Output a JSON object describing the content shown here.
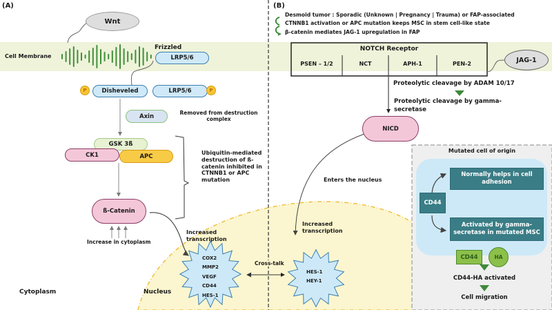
{
  "panel_a": {
    "label": "(A)",
    "wnt": "Wnt",
    "membrane_label": "Cell Membrane",
    "frizzled": "Frizzled",
    "lrp_membrane": "LRP5/6",
    "disheveled": "Disheveled",
    "lrp_cyto": "LRP5/6",
    "phospho": "P",
    "axin": "Axin",
    "axin_note": "Removed from destruction complex",
    "gsk": "GSK 3ß",
    "ck1": "CK1",
    "apc": "APC",
    "bracket_note_lines": [
      "Ubiquitin-mediated",
      "destruction of ß-",
      "catenin inhibited in",
      "CTNNB1 or APC",
      "mutation"
    ],
    "beta_catenin": "ß-Catenin",
    "increase_note": "Increase in cytoplasm",
    "cytoplasm_label": "Cytoplasm",
    "nucleus_label": "Nucleus",
    "increased_transcription_lines": [
      "Increased",
      "transcription"
    ],
    "target_genes": [
      "COX2",
      "MMP2",
      "VEGF",
      "CD44",
      "HES-1"
    ]
  },
  "panel_b": {
    "label": "(B)",
    "bullets": [
      "Desmoid tumor : Sporadic (Unknown | Pregnancy | Trauma) or FAP-associated",
      "CTNNB1 activation or APC mutation keeps MSC in stem cell-like state",
      "β-catenin mediates JAG-1 upregulation in FAP"
    ],
    "notch_title": "NOTCH Receptor",
    "notch_subunits": [
      "PSEN – 1/2",
      "NCT",
      "APH-1",
      "PEN-2"
    ],
    "jag1": "JAG-1",
    "cleavage1": "Proteolytic cleavage by ADAM 10/17",
    "cleavage2_lines": [
      "Proteolytic cleavage by gamma-",
      "secretase"
    ],
    "nicd": "NICD",
    "enters_nucleus": "Enters the nucleus",
    "increased_transcription_lines": [
      "Increased",
      "transcription"
    ],
    "target_genes": [
      "HES-1",
      "HEY-1"
    ],
    "cross_talk": "Cross-talk",
    "mutated_cell": {
      "title": "Mutated cell of origin",
      "cd44": "CD44",
      "normal_lines": [
        "Normally helps in cell",
        "adhesion"
      ],
      "activated_lines": [
        "Activated by gamma-",
        "secretase in mutated MSC"
      ],
      "cd44_ligand": "CD44",
      "ha": "HA",
      "step1": "CD44-HA activated",
      "step2": "Cell migration"
    }
  },
  "colors": {
    "membrane": "#eef3d9",
    "frizzled_green": "#3f8f3a",
    "arrow_green": "#3e8a3a",
    "nucleus_fill": "#fbf6cf",
    "nucleus_border": "#f0c040",
    "blue_pill": "#cfe9f8",
    "pink_pill": "#f4c7d8",
    "apc_yellow": "#f8cb46",
    "gsk_green": "#e7f2d2",
    "teal": "#3a7d86",
    "panel_gray": "#efefef",
    "panel_blue": "#cde9f7"
  }
}
